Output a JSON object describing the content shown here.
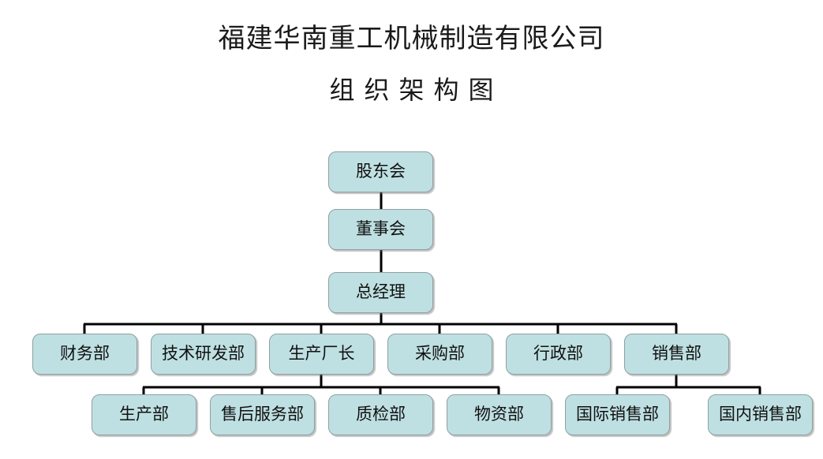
{
  "document": {
    "title_main": "福建华南重工机械制造有限公司",
    "title_sub": "组织架构图",
    "background_color": "#ffffff"
  },
  "style": {
    "node_fill": "#bfe0e2",
    "node_border": "#8f9fa1",
    "connector_color": "#000000",
    "text_color": "#111111"
  },
  "chart_data": {
    "type": "diagram",
    "subtype": "org-chart",
    "title": "福建华南重工机械制造有限公司 组织架构图",
    "orientation": "top-down",
    "levels": 4,
    "nodes": [
      {
        "id": "shareholders",
        "label": "股东会",
        "level": 1,
        "parent": null
      },
      {
        "id": "board",
        "label": "董事会",
        "level": 2,
        "parent": "shareholders"
      },
      {
        "id": "gm",
        "label": "总经理",
        "level": 3,
        "parent": "board"
      },
      {
        "id": "finance",
        "label": "财务部",
        "level": 4,
        "parent": "gm"
      },
      {
        "id": "rd",
        "label": "技术研发部",
        "level": 4,
        "parent": "gm"
      },
      {
        "id": "prod_dir",
        "label": "生产厂长",
        "level": 4,
        "parent": "gm"
      },
      {
        "id": "purchase",
        "label": "采购部",
        "level": 4,
        "parent": "gm"
      },
      {
        "id": "admin",
        "label": "行政部",
        "level": 4,
        "parent": "gm"
      },
      {
        "id": "sales",
        "label": "销售部",
        "level": 4,
        "parent": "gm"
      },
      {
        "id": "production",
        "label": "生产部",
        "level": 5,
        "parent": "prod_dir"
      },
      {
        "id": "aftersales",
        "label": "售后服务部",
        "level": 5,
        "parent": "prod_dir"
      },
      {
        "id": "qc",
        "label": "质检部",
        "level": 5,
        "parent": "prod_dir"
      },
      {
        "id": "materials",
        "label": "物资部",
        "level": 5,
        "parent": "prod_dir"
      },
      {
        "id": "intl_sales",
        "label": "国际销售部",
        "level": 5,
        "parent": "sales"
      },
      {
        "id": "dom_sales",
        "label": "国内销售部",
        "level": 5,
        "parent": "sales"
      }
    ],
    "edges": [
      {
        "from": "shareholders",
        "to": "board"
      },
      {
        "from": "board",
        "to": "gm"
      },
      {
        "from": "gm",
        "to": "finance"
      },
      {
        "from": "gm",
        "to": "rd"
      },
      {
        "from": "gm",
        "to": "prod_dir"
      },
      {
        "from": "gm",
        "to": "purchase"
      },
      {
        "from": "gm",
        "to": "admin"
      },
      {
        "from": "gm",
        "to": "sales"
      },
      {
        "from": "prod_dir",
        "to": "production"
      },
      {
        "from": "prod_dir",
        "to": "aftersales"
      },
      {
        "from": "prod_dir",
        "to": "qc"
      },
      {
        "from": "prod_dir",
        "to": "materials"
      },
      {
        "from": "sales",
        "to": "intl_sales"
      },
      {
        "from": "sales",
        "to": "dom_sales"
      }
    ]
  },
  "nodes": {
    "shareholders": "股东会",
    "board": "董事会",
    "gm": "总经理",
    "finance": "财务部",
    "rd": "技术研发部",
    "prod_dir": "生产厂长",
    "purchase": "采购部",
    "admin": "行政部",
    "sales": "销售部",
    "production": "生产部",
    "aftersales": "售后服务部",
    "qc": "质检部",
    "materials": "物资部",
    "intl_sales": "国际销售部",
    "dom_sales": "国内销售部"
  }
}
